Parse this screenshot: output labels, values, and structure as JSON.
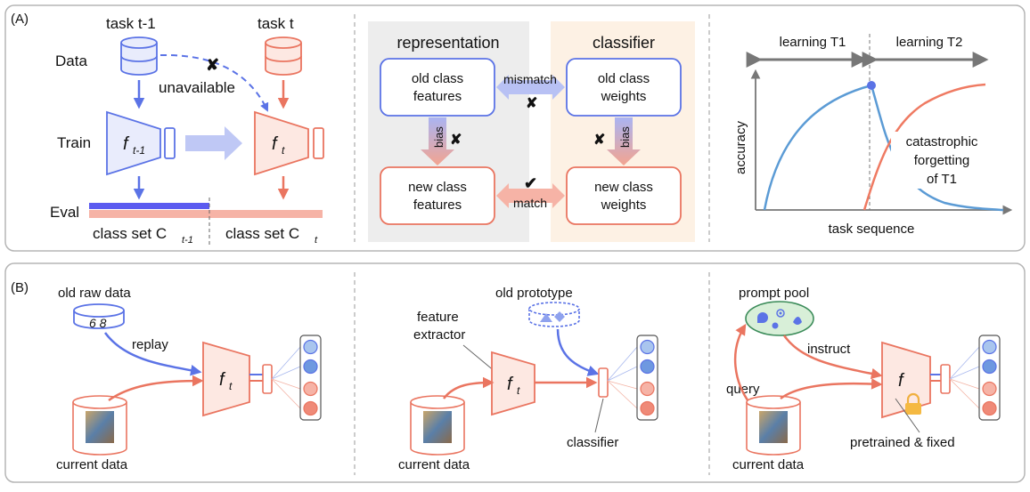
{
  "panel_a": {
    "label": "(A)",
    "left": {
      "task_prev": "task t-1",
      "task_cur": "task t",
      "row_data": "Data",
      "row_train": "Train",
      "row_eval": "Eval",
      "unavailable": "unavailable",
      "f_prev": "f",
      "f_prev_sub": "t-1",
      "f_cur": "f",
      "f_cur_sub": "t",
      "class_set_prev": "class set C",
      "class_set_prev_sub": "t-1",
      "class_set_cur": "class set C",
      "class_set_cur_sub": "t"
    },
    "middle": {
      "rep_title": "representation",
      "cls_title": "classifier",
      "old_feat_1": "old class",
      "old_feat_2": "features",
      "old_w_1": "old class",
      "old_w_2": "weights",
      "new_feat_1": "new class",
      "new_feat_2": "features",
      "new_w_1": "new class",
      "new_w_2": "weights",
      "mismatch": "mismatch",
      "match": "match",
      "bias_left": "bias",
      "bias_right": "bias",
      "cross": "✘",
      "check": "✔"
    },
    "right": {
      "learning_t1": "learning T1",
      "learning_t2": "learning T2",
      "ylabel": "accuracy",
      "xlabel": "task sequence",
      "annot_1": "catastrophic",
      "annot_2": "forgetting",
      "annot_3": "of T1"
    }
  },
  "panel_b": {
    "label": "(B)",
    "replay": {
      "old_raw_data": "old raw data",
      "replay": "replay",
      "f": "f",
      "f_sub": "t",
      "current_data": "current data"
    },
    "prototype": {
      "old_prototype": "old prototype",
      "feature_1": "feature",
      "feature_2": "extractor",
      "f": "f",
      "f_sub": "t",
      "classifier": "classifier",
      "current_data": "current data"
    },
    "prompt": {
      "prompt_pool": "prompt pool",
      "instruct": "instruct",
      "query": "query",
      "f": "f",
      "pretrained": "pretrained & fixed",
      "current_data": "current data"
    }
  },
  "colors": {
    "blue": "#5b73e6",
    "blue_fill": "#e9ecfc",
    "red": "#ea7560",
    "red_fill": "#fde8e2",
    "gray_panel": "#ededed",
    "peach_panel": "#fdf1e4",
    "curve_blue": "#5b9bd5",
    "curve_red": "#ef7a62"
  }
}
